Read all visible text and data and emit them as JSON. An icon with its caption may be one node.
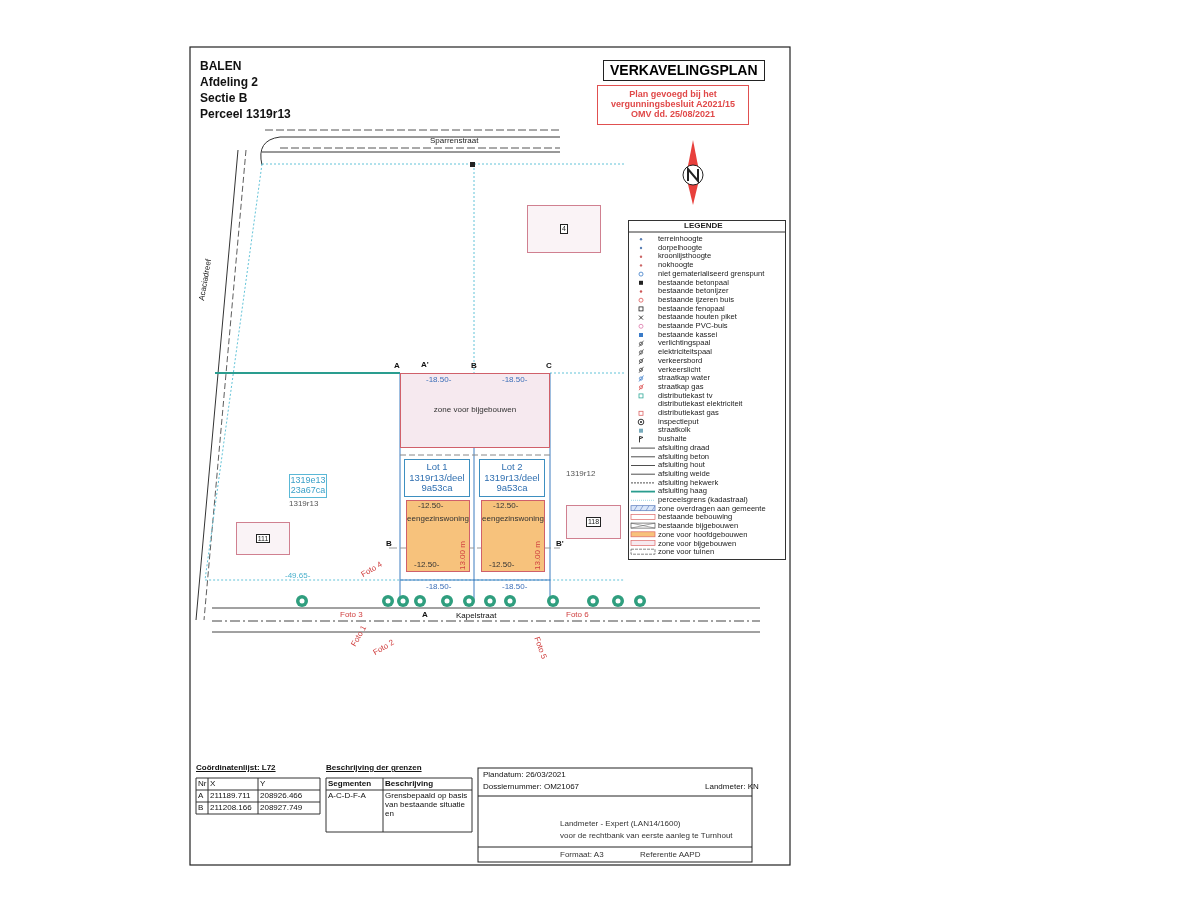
{
  "diagram": {
    "title": "VERKAVELINGSPLAN",
    "nodes": [
      {
        "text": [
          "zone voor bijgebouwen"
        ]
      },
      {
        "text": [
          "Lot 1",
          "1319r13/deel",
          "9a53ca"
        ]
      },
      {
        "text": [
          "Lot 2",
          "1319r13/deel",
          "9a53ca"
        ]
      },
      {
        "text": [
          "eengezinswoning"
        ]
      },
      {
        "text": [
          "eengezinswoning"
        ]
      },
      {
        "text": [
          "1319e13",
          "23a67ca"
        ]
      },
      {
        "text": [
          "4"
        ]
      },
      {
        "text": [
          "111"
        ]
      },
      {
        "text": [
          "118"
        ]
      },
      {
        "text": [
          "Plan gevoegd bij het vergunningsbesluit A2021/15 OMV dd. 25/08/2021"
        ]
      }
    ],
    "labels": [
      "BALEN",
      "Afdeling 2",
      "Sectie B",
      "Perceel 1319r13",
      "Sparrenstraat",
      "LEGENDE",
      "Acaciadreef",
      "A",
      "A'",
      "B",
      "C",
      "-18.50-",
      "-18.50-",
      "1319r13",
      "1319r12",
      "-12.50-",
      "-12.50-",
      "13.00 m",
      "13.00 m",
      "B",
      "B'",
      "-12.50-",
      "-12.50-",
      "Foto 4",
      "-49.65-",
      "-18.50-",
      "-18.50-",
      "Foto 3",
      "A",
      "Kapelstraat",
      "Foto 6",
      "Foto 1",
      "Foto 2",
      "Foto 5",
      "Coördinatenlijst: L72",
      "Beschrijving der grenzen",
      "Plandatum: 26/03/2021",
      "Nr",
      "X",
      "Y",
      "Segmenten",
      "Beschrijving",
      "Dossiernummer: OM21067",
      "Landmeter: KN",
      "A",
      "211189.711",
      "208926.466",
      "A-C-D-F-A",
      "Grensbepaald op basis van bestaande situatie en",
      "B",
      "211208.166",
      "208927.749",
      "Landmeter - Expert (LAN14/1600)",
      "voor de rechtbank van eerste aanleg te Turnhout",
      "Formaat: A3",
      "Referentie AAPD"
    ],
    "legend": [
      {
        "text": "terreinhoogte"
      },
      {
        "text": "dorpelhoogte"
      },
      {
        "text": "kroonlijsthoogte"
      },
      {
        "text": "nokhoogte"
      },
      {
        "text": "niet gematerialiseerd grenspunt"
      },
      {
        "text": "bestaande betonpaal"
      },
      {
        "text": "bestaande betonijzer"
      },
      {
        "text": "bestaande ijzeren buis"
      },
      {
        "text": "bestaande fenopaal"
      },
      {
        "text": "bestaande houten piket"
      },
      {
        "text": "bestaande PVC-buis"
      },
      {
        "text": "bestaande kassei"
      },
      {
        "text": "verlichtingspaal"
      },
      {
        "text": "elektriciteitspaal"
      },
      {
        "text": "verkeersbord"
      },
      {
        "text": "verkeerslicht"
      },
      {
        "text": "straatkap water"
      },
      {
        "text": "straatkap gas"
      },
      {
        "text": "distributiekast tv"
      },
      {
        "text": "distributiekast elektriciteit"
      },
      {
        "text": "distributiekast gas"
      },
      {
        "text": "inspectieput"
      },
      {
        "text": "straatkolk"
      },
      {
        "text": "bushalte"
      },
      {
        "text": "afsluiting draad"
      },
      {
        "text": "afsluiting beton"
      },
      {
        "text": "afsluiting hout"
      },
      {
        "text": "afsluiting weide"
      },
      {
        "text": "afsluiting hekwerk"
      },
      {
        "text": "afsluiting haag"
      },
      {
        "text": "perceelsgrens (kadastraal)"
      },
      {
        "text": "zone overdragen aan gemeente"
      },
      {
        "text": "bestaande bebouwing"
      },
      {
        "text": "bestaande bijgebouwen"
      },
      {
        "text": "zone voor hoofdgebouwen",
        "color": "#f7c27c"
      },
      {
        "text": "zone voor bijgebouwen"
      },
      {
        "text": "zone voor tuinen"
      }
    ]
  }
}
